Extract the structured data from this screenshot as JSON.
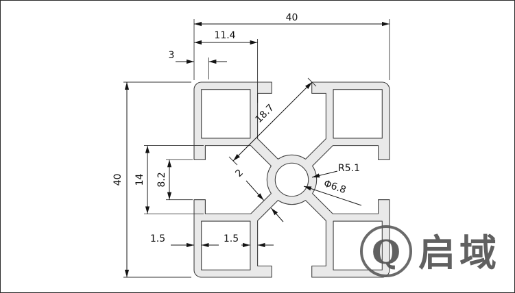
{
  "drawing": {
    "type": "aluminium-profile-cross-section",
    "dimensions": {
      "overall_width": "40",
      "overall_height": "40",
      "edge_to_slot": "11.4",
      "top_wall": "3",
      "diagonal_channel": "18.7",
      "slot_inner_width": "14",
      "slot_opening": "8.2",
      "web_thickness": "2",
      "hub_radius": "R5.1",
      "center_bore": "Φ6.8",
      "corner_wall": "1.5",
      "rib_wall": "1.5"
    },
    "watermark": {
      "logo_letter": "Q",
      "brand_name": "启域"
    },
    "colors": {
      "profile_fill": "#e9e9e9",
      "outline": "#3f3f3f",
      "dimension_lines": "#141414",
      "watermark_gray": "#4f4f4f"
    }
  }
}
